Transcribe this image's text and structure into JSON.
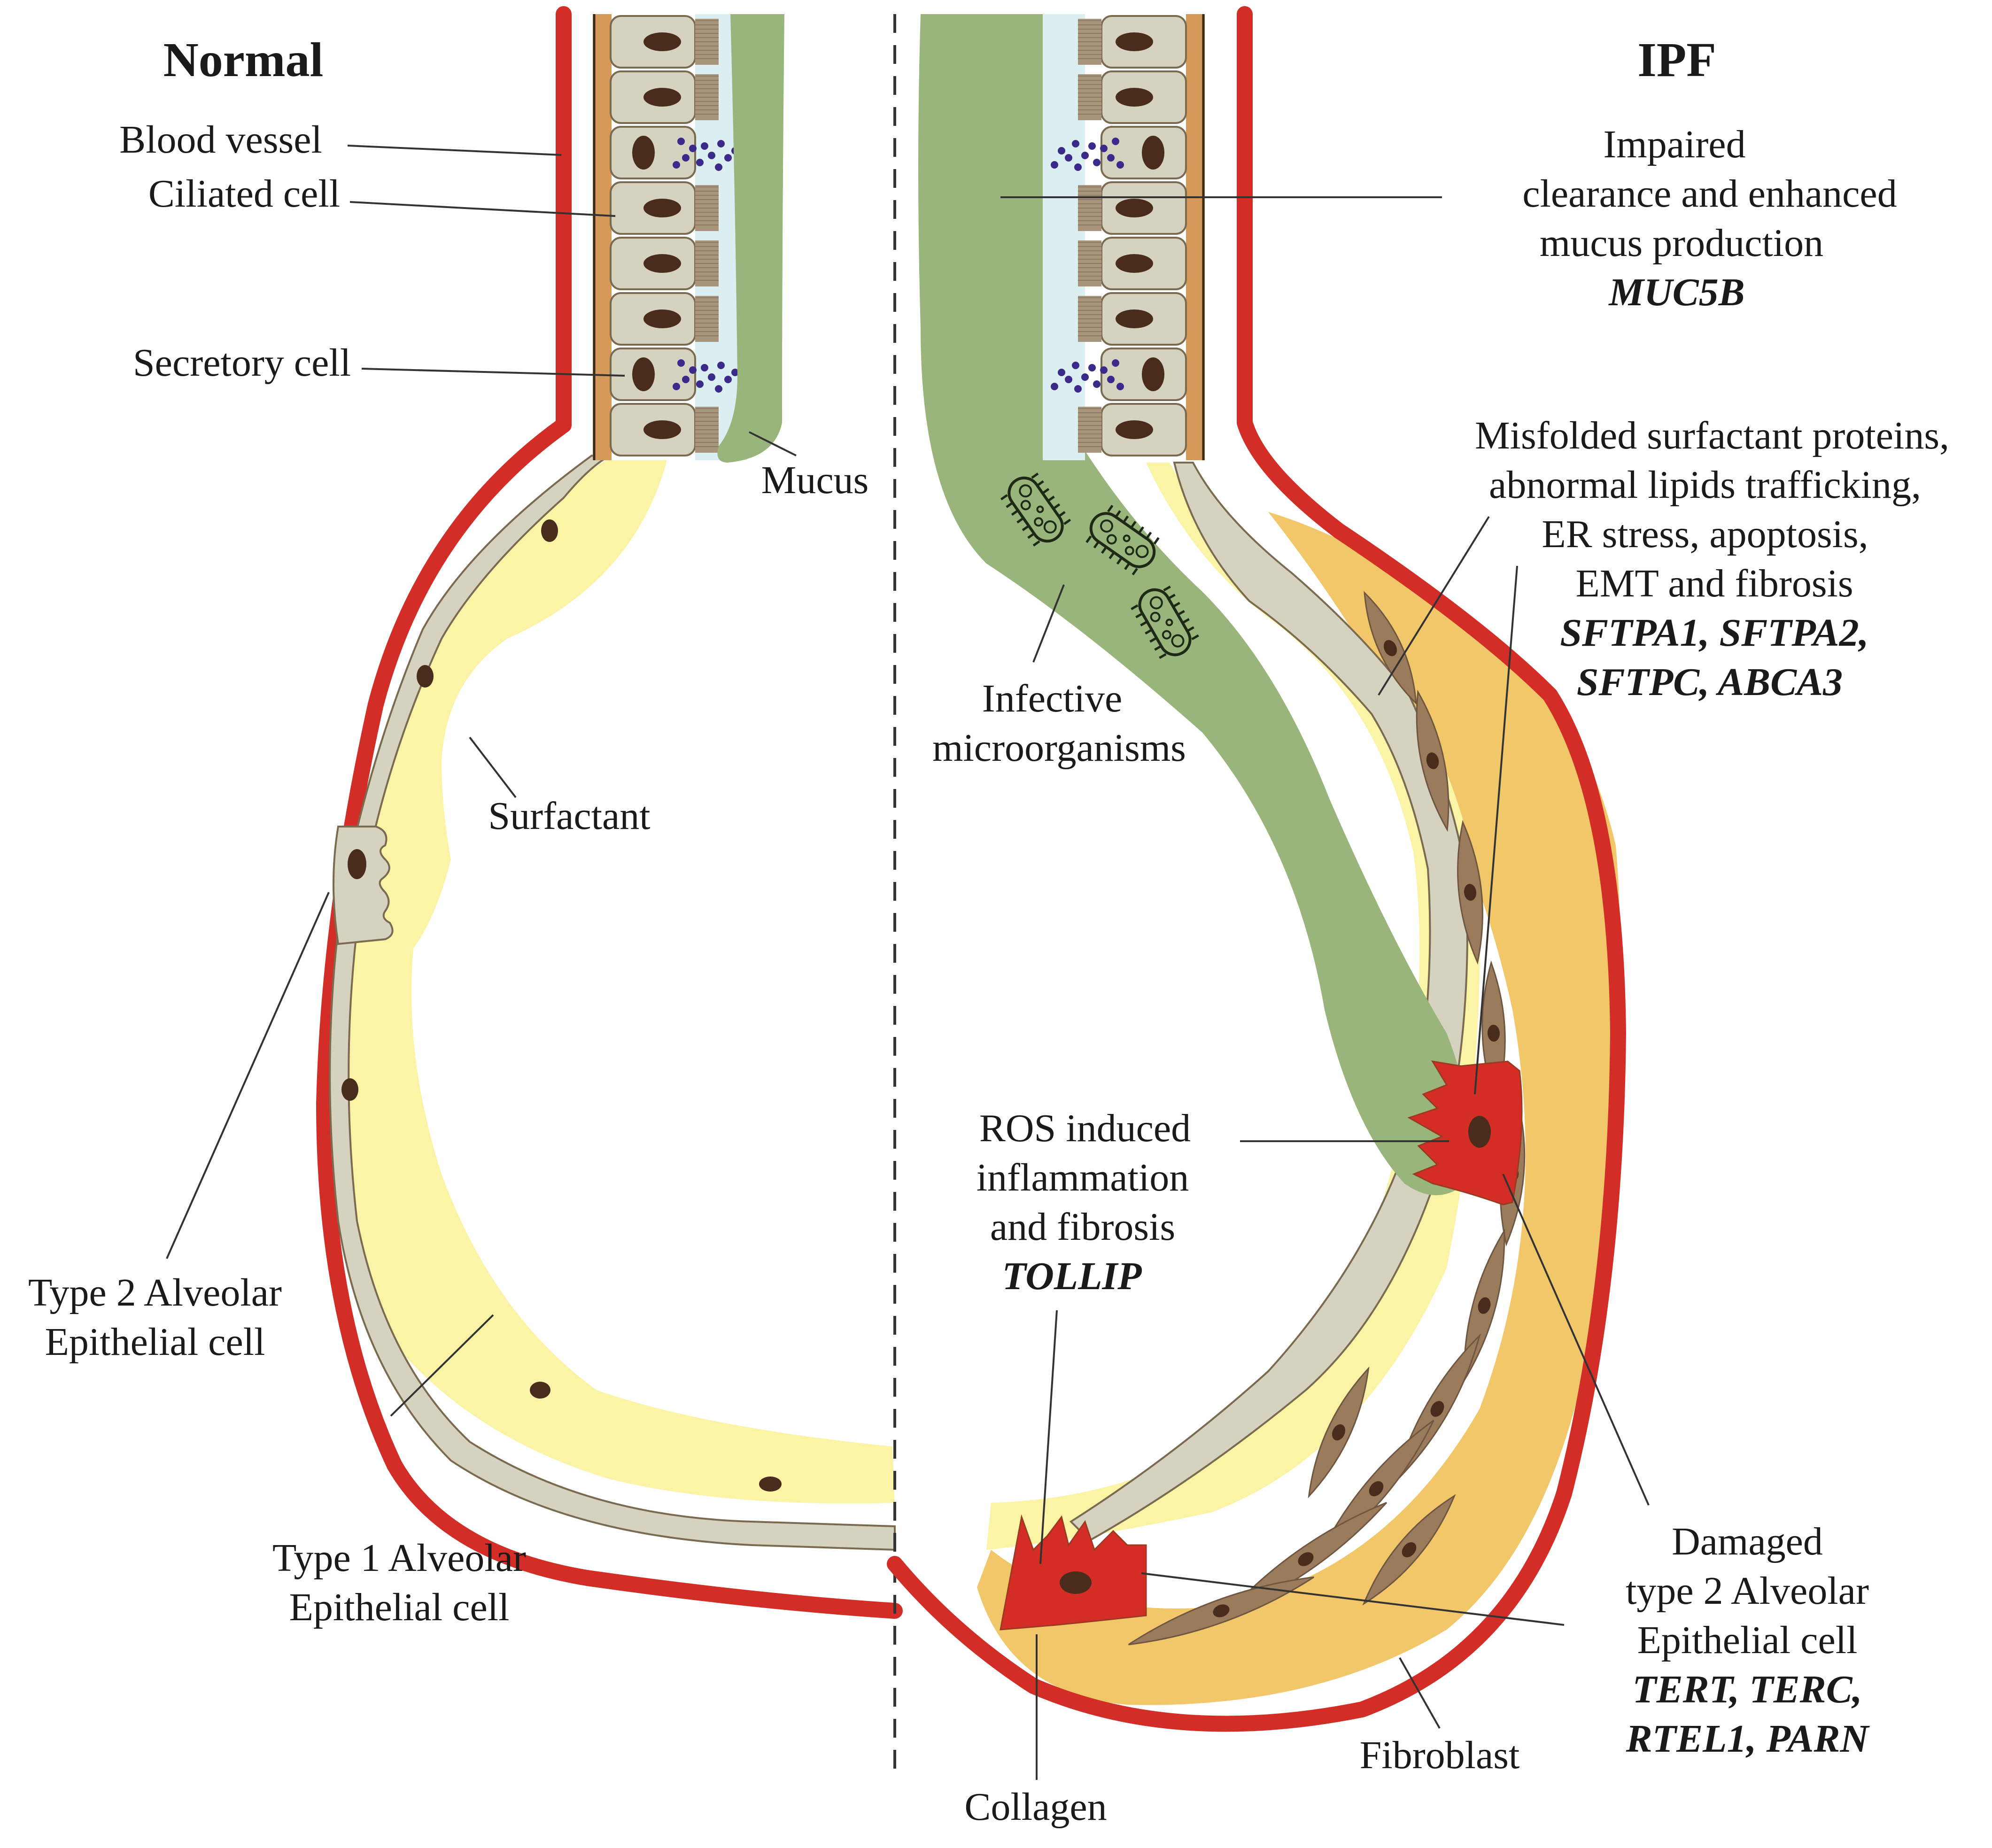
{
  "figure": {
    "panels": {
      "normal": {
        "title": "Normal"
      },
      "ipf": {
        "title": "IPF"
      }
    },
    "colors": {
      "blood_vessel": "#d22e27",
      "epithelial_cell": "#d6d2c0",
      "cell_outline": "#7a6a50",
      "nucleus": "#4a2c1c",
      "basement": "#d59a5a",
      "cilia": "#a8957c",
      "periciliary_liquid": "#dbeef2",
      "mucus": "#99b57c",
      "surfactant": "#fbf3a6",
      "collagen": "#f2c76a",
      "fibroblast": "#9a7b5c",
      "damaged_at2": "#d42d26",
      "secretory_granule": "#3b2a8a",
      "microorganism_outline": "#1f2a16"
    },
    "normal_labels": {
      "blood_vessel": "Blood vessel",
      "ciliated_cell": "Ciliated cell",
      "secretory_cell": "Secretory cell",
      "mucus": "Mucus",
      "surfactant": "Surfactant",
      "type2": [
        "Type 2 Alveolar",
        "Epithelial cell"
      ],
      "type1": [
        "Type 1 Alveolar",
        "Epithelial cell"
      ]
    },
    "ipf_labels": {
      "mucus_production": {
        "lines": [
          "Impaired",
          "clearance and enhanced",
          "mucus production"
        ],
        "genes": "MUC5B"
      },
      "surfactant_dysfunction": {
        "lines": [
          "Misfolded surfactant proteins,",
          "abnormal lipids trafficking,",
          "ER stress, apoptosis,",
          "EMT and fibrosis"
        ],
        "genes": [
          "SFTPA1, SFTPA2,",
          "SFTPC, ABCA3"
        ]
      },
      "infective": [
        "Infective",
        "microorganisms"
      ],
      "ros": {
        "lines": [
          "ROS induced",
          "inflammation",
          "and fibrosis"
        ],
        "genes": "TOLLIP"
      },
      "damaged_at2": {
        "lines": [
          "Damaged",
          "type 2 Alveolar",
          "Epithelial cell"
        ],
        "genes": [
          "TERT, TERC,",
          "RTEL1, PARN"
        ]
      },
      "fibroblast": "Fibroblast",
      "collagen": "Collagen"
    }
  }
}
